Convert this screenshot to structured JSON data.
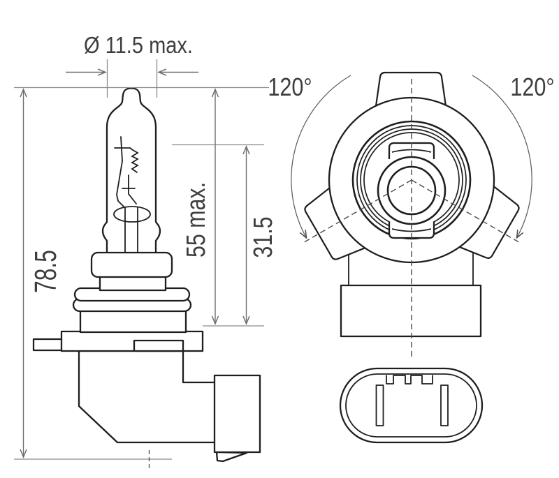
{
  "drawing": {
    "subject": "halogen-bulb-two-view-technical-drawing",
    "labels": {
      "diameter": "Ø 11.5 max.",
      "overall_length": "78.5",
      "glass_length": "55 max.",
      "ref_length": "31.5",
      "angle_left": "120°",
      "angle_right": "120°"
    },
    "colors": {
      "outline": "#1e1e1e",
      "dimension_lines": "#8b8b8b",
      "dimension_text": "#3e3e3e",
      "background": "#ffffff"
    }
  }
}
